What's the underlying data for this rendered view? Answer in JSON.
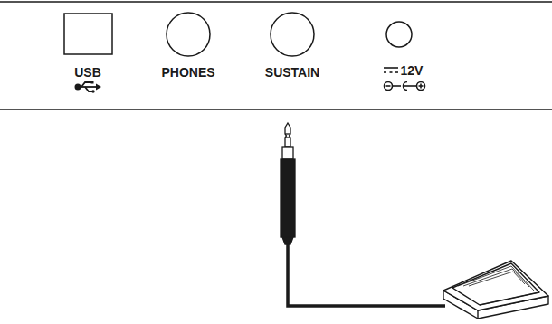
{
  "diagram": {
    "labels": [
      "USB",
      "PHONES",
      "SUSTAIN",
      "12V"
    ]
  }
}
